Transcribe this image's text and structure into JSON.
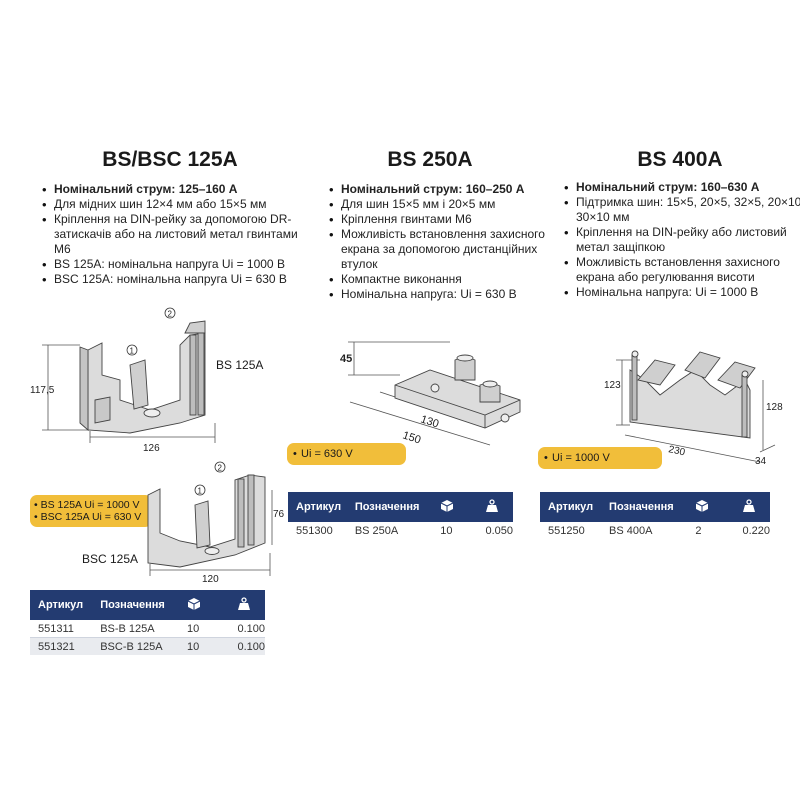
{
  "col1": {
    "title": "BS/BSC 125A",
    "features": [
      {
        "bold": "Номінальний струм: 125–160 А",
        "text": ""
      },
      {
        "bold": "",
        "text": "Для мідних шин 12×4 мм або 15×5 мм"
      },
      {
        "bold": "",
        "text": "Кріплення на DIN-рейку за допомогою DR-затискачів або на листовий метал гвинтами М6"
      },
      {
        "bold": "",
        "text": "BS 125A: номінальна напруга Ui = 1000 В"
      },
      {
        "bold": "",
        "text": "BSC 125A: номінальна напруга Ui = 630 В"
      }
    ],
    "drawing1": {
      "label": "BS 125A",
      "dim_height": "117,5",
      "dim_width": "126",
      "callout1": "1",
      "callout2": "2"
    },
    "drawing2": {
      "label": "BSC 125A",
      "dim_height": "76",
      "dim_width": "120",
      "callout1": "1",
      "callout2": "2"
    },
    "voltage_pill": [
      "BS 125A Ui = 1000 V",
      "BSC 125A Ui = 630 V"
    ],
    "table": {
      "headers": [
        "Артикул",
        "Позначення",
        "pack-icon",
        "weight-icon"
      ],
      "rows": [
        [
          "551311",
          "BS-B 125A",
          "10",
          "0.100"
        ],
        [
          "551321",
          "BSC-B 125A",
          "10",
          "0.100"
        ]
      ]
    }
  },
  "col2": {
    "title": "BS 250A",
    "features": [
      {
        "bold": "Номінальний струм: 160–250 А",
        "text": ""
      },
      {
        "bold": "",
        "text": "Для шин 15×5 мм і 20×5 мм"
      },
      {
        "bold": "",
        "text": "Кріплення гвинтами М6"
      },
      {
        "bold": "",
        "text": "Можливість встановлення захисного екрана за допомогою дистанційних втулок"
      },
      {
        "bold": "",
        "text": "Компактне виконання"
      },
      {
        "bold": "",
        "text": "Номінальна напруга: Ui = 630 В"
      }
    ],
    "drawing": {
      "dim_height": "45",
      "dim_inner": "130",
      "dim_outer": "150"
    },
    "voltage_pill": "Ui = 630 V",
    "table": {
      "headers": [
        "Артикул",
        "Позначення",
        "pack-icon",
        "weight-icon"
      ],
      "rows": [
        [
          "551300",
          "BS 250A",
          "10",
          "0.050"
        ]
      ]
    }
  },
  "col3": {
    "title": "BS 400A",
    "features": [
      {
        "bold": "Номінальний струм: 160–630 А",
        "text": ""
      },
      {
        "bold": "",
        "text": "Підтримка шин: 15×5, 20×5, 32×5, 20×10, 30×10 мм"
      },
      {
        "bold": "",
        "text": "Кріплення на DIN-рейку або листовий метал защіпкою"
      },
      {
        "bold": "",
        "text": "Можливість встановлення захисного екрана або регулювання висоти"
      },
      {
        "bold": "",
        "text": "Номінальна напруга: Ui = 1000 В"
      }
    ],
    "drawing": {
      "dim_left": "123",
      "dim_right": "128",
      "dim_width": "230",
      "dim_depth": "34"
    },
    "voltage_pill": "Ui = 1000 V",
    "table": {
      "headers": [
        "Артикул",
        "Позначення",
        "pack-icon",
        "weight-icon"
      ],
      "rows": [
        [
          "551250",
          "BS 400A",
          "2",
          "0.220"
        ]
      ]
    }
  },
  "colors": {
    "table_header": "#233b71",
    "pill": "#f1be3a",
    "row_alt": "#e9ebef"
  }
}
